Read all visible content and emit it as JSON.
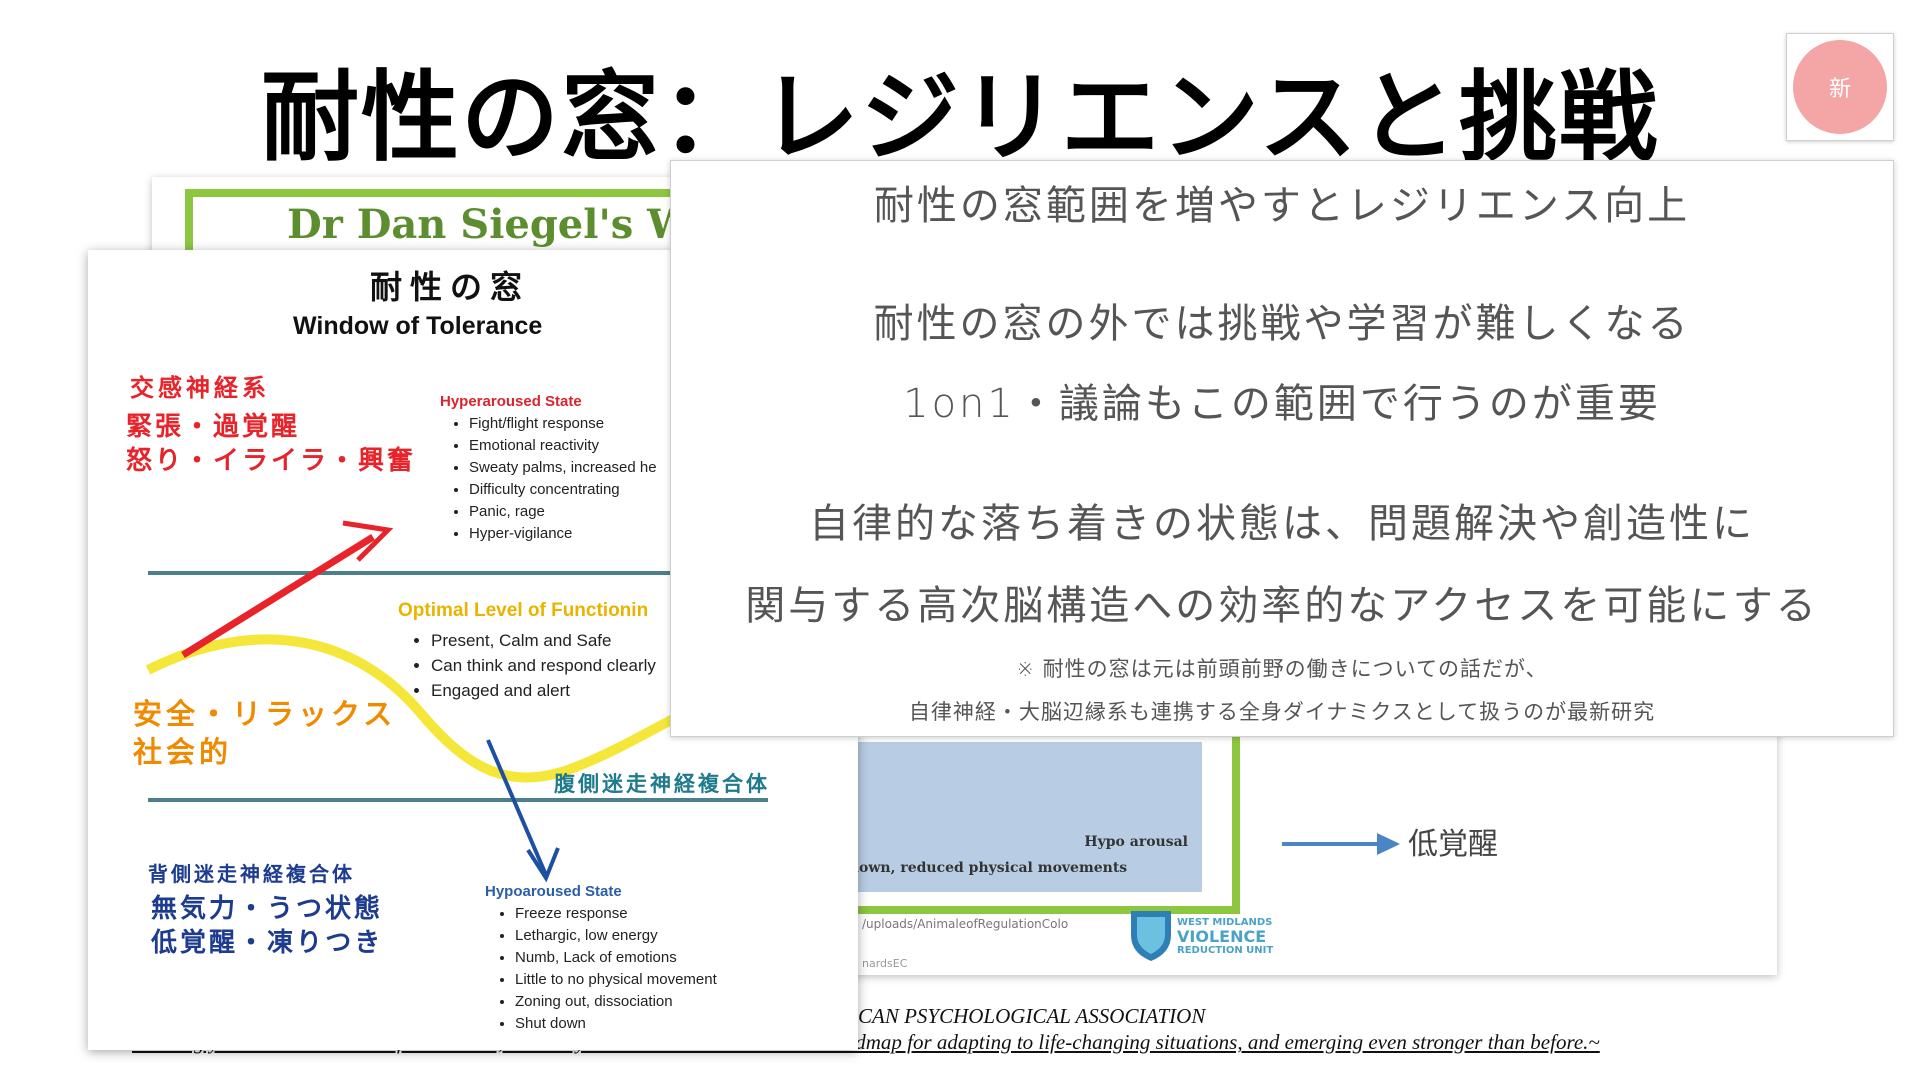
{
  "slide": {
    "title": "耐性の窓：レジリエンスと挑戦",
    "badge": "新"
  },
  "background_slide": {
    "title": "Dr Dan Siegel's Win",
    "hypo_arousal": "Hypo arousal",
    "shutdown_text": "s, shut down, reduced physical movements",
    "url_fragment": "/uploads/AnimaleofRegulationColo",
    "url_fragment2": "nardsEC",
    "low_arousal_label": "低覚醒",
    "logo_text_1": "WEST MIDLANDS",
    "logo_text_2": "VIOLENCE",
    "logo_text_3": "REDUCTION UNIT",
    "apa_text": "CAN PSYCHOLOGICAL ASSOCIATION",
    "underline_text": "Building your resilience We all face trauma, adversity and other stresses. Here's a roadmap for adapting to life-changing situations, and emerging even stronger than before.~"
  },
  "window_of_tolerance": {
    "title_jp": "耐性の窓",
    "title_en": "Window of Tolerance",
    "sympathetic": "交感神経系",
    "sympathetic_desc_1": "緊張・過覚醒",
    "sympathetic_desc_2": "怒り・イライラ・興奮",
    "hyper_head": "Hyperaroused State",
    "hyper_items": [
      "Fight/flight response",
      "Emotional reactivity",
      "Sweaty palms, increased he",
      "Difficulty concentrating",
      "Panic, rage",
      "Hyper-vigilance"
    ],
    "optimal_head": "Optimal Level of Functionin",
    "optimal_items": [
      "Present, Calm and Safe",
      "Can think and respond clearly",
      "Engaged and alert"
    ],
    "safe_1": "安全・リラックス",
    "safe_2": "社会的",
    "ventral": "腹側迷走神経複合体",
    "dorsal": "背側迷走神経複合体",
    "dorsal_desc_1": "無気力・うつ状態",
    "dorsal_desc_2": "低覚醒・凍りつき",
    "hypo_head": "Hypoaroused State",
    "hypo_items": [
      "Freeze response",
      "Lethargic, low energy",
      "Numb, Lack of emotions",
      "Little to no physical movement",
      "Zoning out, dissociation",
      "Shut down"
    ]
  },
  "panel": {
    "line1": "耐性の窓範囲を増やすとレジリエンス向上",
    "line2": "耐性の窓の外では挑戦や学習が難しくなる",
    "line3": "1on1・議論もこの範囲で行うのが重要",
    "line4": "自律的な落ち着きの状態は、問題解決や創造性に",
    "line5": "関与する高次脳構造への効率的なアクセスを可能にする",
    "note1": "※ 耐性の窓は元は前頭前野の働きについての話だが、",
    "note2": "自律神経・大脳辺縁系も連携する全身ダイナミクスとして扱うのが最新研究"
  },
  "colors": {
    "sympathetic_red": "#e8232a",
    "optimal_yellow": "#f5e63a",
    "safe_orange": "#f08a00",
    "ventral_teal": "#1f7a8c",
    "dorsal_navy": "#1d3c8f",
    "frame_green": "#8dc63f",
    "badge_pink": "#f4a5a5"
  }
}
